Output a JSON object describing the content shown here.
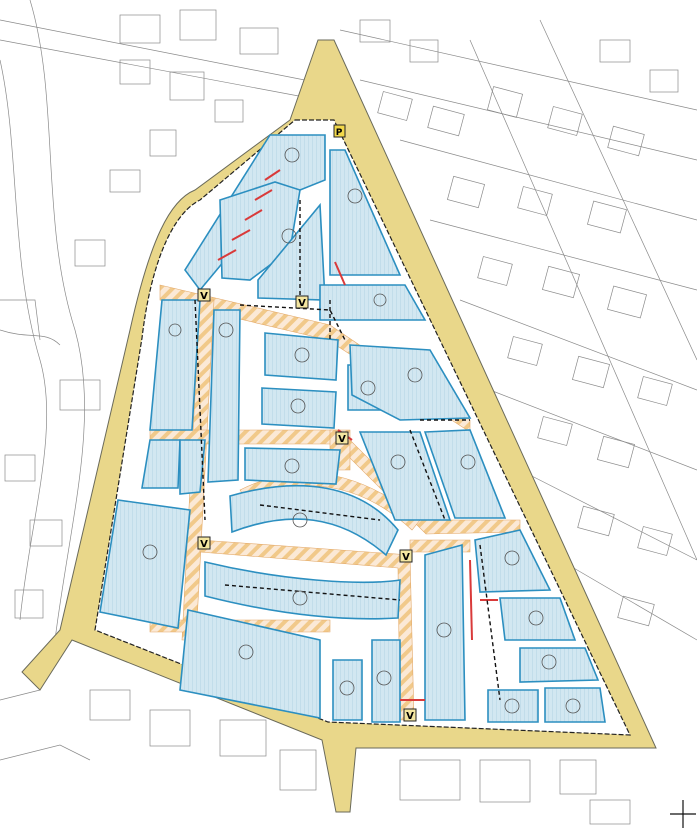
{
  "map": {
    "colors": {
      "background": "#ffffff",
      "road_fill": "#e9d78a",
      "road_stroke": "#6a6a5a",
      "boundary": "#222222",
      "block_fill": "#d2e7f1",
      "block_stroke": "#2c8fc0",
      "hatch": "#f1c98a",
      "hatch_bg": "#fbe9d6",
      "context_lines": "#7a7a7a",
      "red_accent": "#d93a3a",
      "marker_fill": "#f4e6a0",
      "marker_stroke": "#222222"
    },
    "markers": [
      {
        "id": "m1",
        "text": "V"
      },
      {
        "id": "m2",
        "text": "V"
      },
      {
        "id": "m3",
        "text": "V"
      },
      {
        "id": "m4",
        "text": "V"
      },
      {
        "id": "m5",
        "text": "V"
      },
      {
        "id": "m6",
        "text": "V"
      },
      {
        "id": "m7",
        "text": "P"
      }
    ],
    "icons": [
      "north-arrow-icon",
      "tree-icon"
    ]
  }
}
